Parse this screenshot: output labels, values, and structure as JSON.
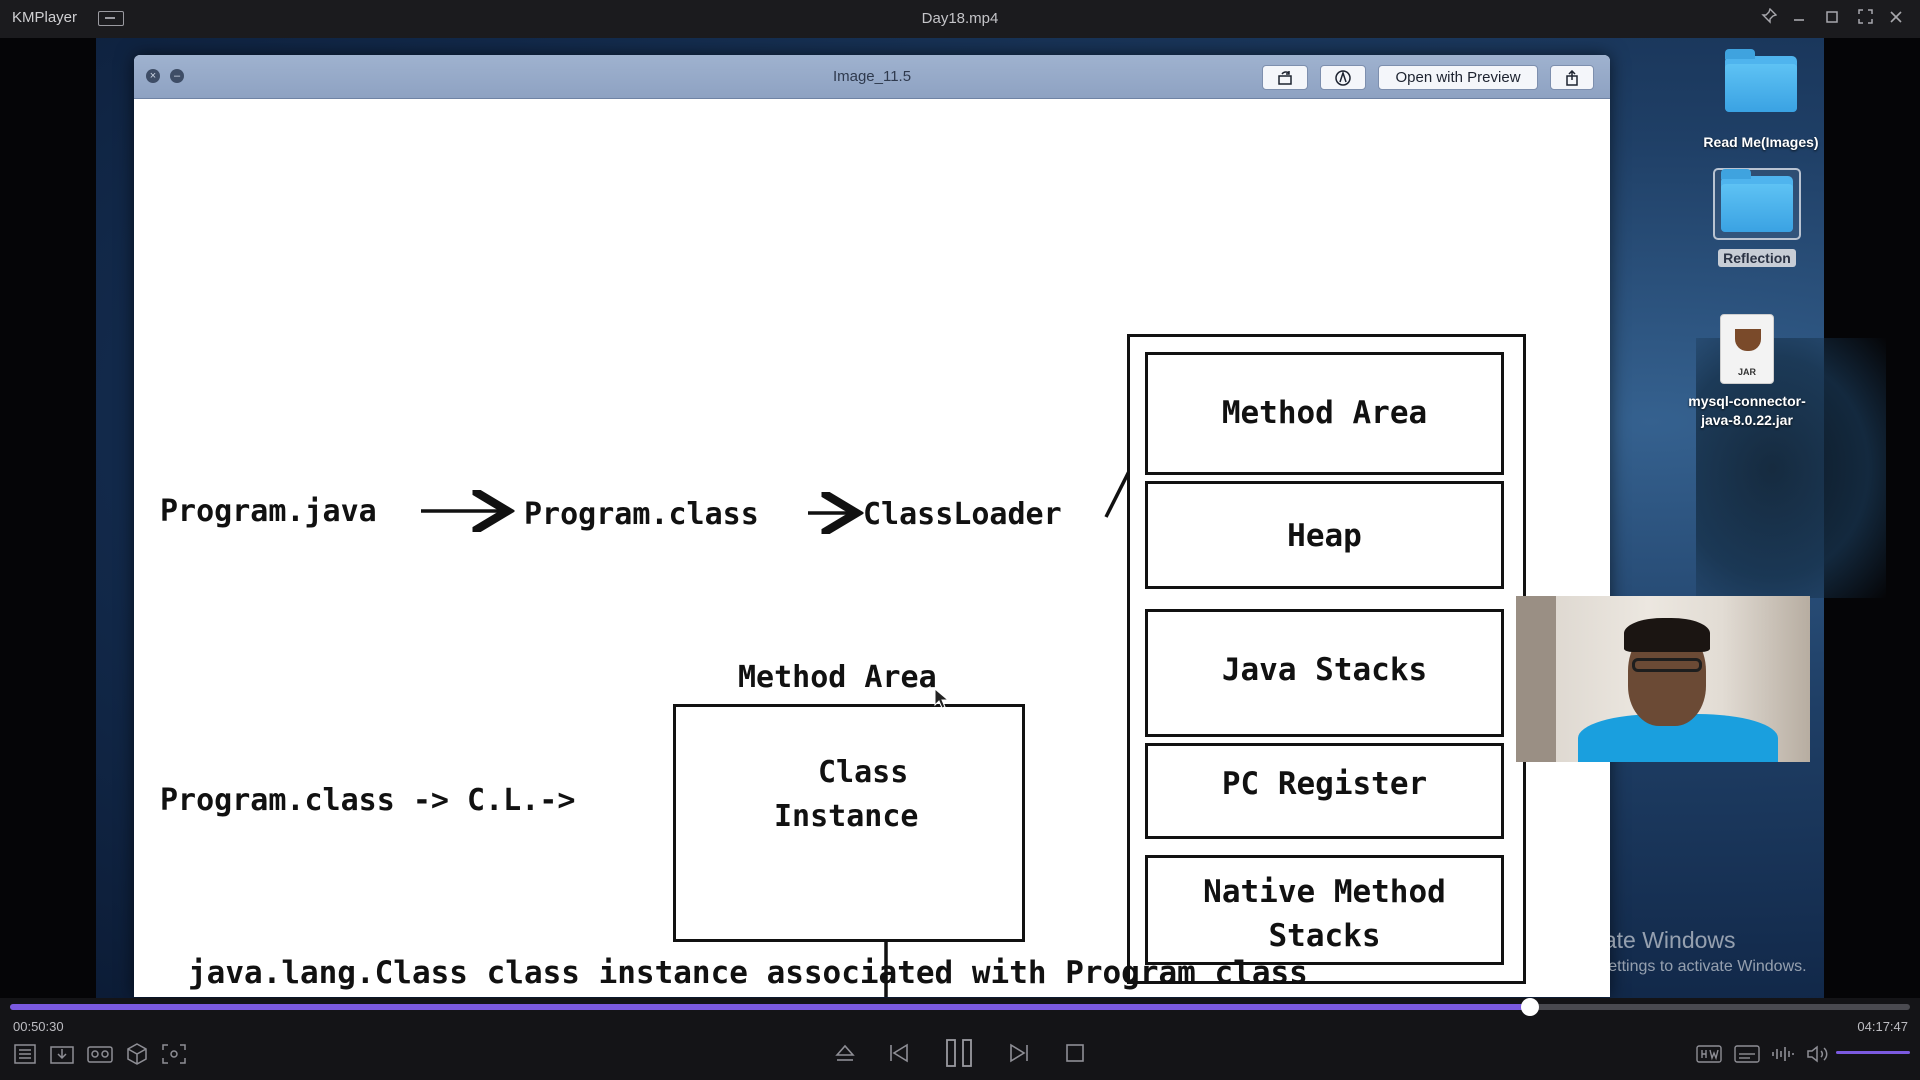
{
  "app": {
    "name": "KMPlayer",
    "file_title": "Day18.mp4"
  },
  "window_controls": [
    "pin-icon",
    "minimize-icon",
    "maximize-icon",
    "fullscreen-icon",
    "close-icon"
  ],
  "preview": {
    "title": "Image_11.5",
    "open_with_preview": "Open with Preview"
  },
  "diagram": {
    "program_java": "Program.java",
    "program_class_1": "Program.class",
    "classloader": "ClassLoader",
    "method_area_top": "Method Area",
    "heap": "Heap",
    "java_stacks": "Java Stacks",
    "pc_register": "PC Register",
    "native_method_line1": "Native Method",
    "native_method_line2": "Stacks",
    "method_area_label": "Method Area",
    "program_class_cl": "Program.class -> C.L.->",
    "class_instance_line1": "Class",
    "class_instance_line2": "Instance",
    "caption": "java.lang.Class class instance associated with Program class"
  },
  "desktop_icons": {
    "readme": "Read Me(Images)",
    "reflection": "Reflection",
    "jar_badge": "JAR",
    "jar_line1": "mysql-connector-",
    "jar_line2": "java-8.0.22.jar"
  },
  "watermark": {
    "title": "Activate Windows",
    "subtitle": "Go to Settings to activate Windows."
  },
  "playback": {
    "current_time": "00:50:30",
    "total_time": "04:17:47",
    "progress": 0.8
  },
  "colors": {
    "accent": "#7b5ae0"
  }
}
